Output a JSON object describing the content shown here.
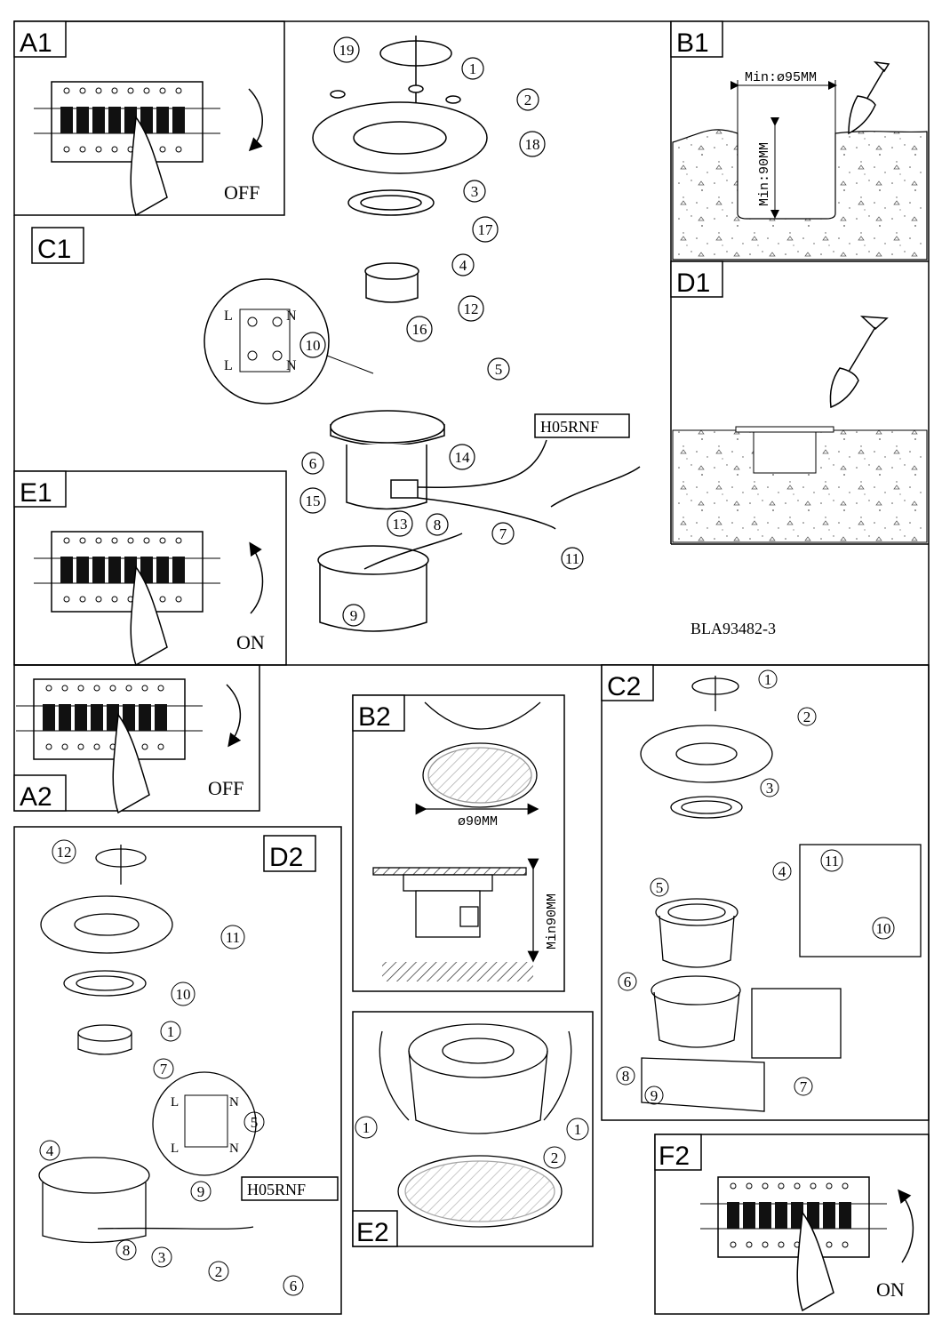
{
  "sections": {
    "A1": "A1",
    "B1": "B1",
    "C1": "C1",
    "D1": "D1",
    "E1": "E1",
    "A2": "A2",
    "B2": "B2",
    "C2": "C2",
    "D2": "D2",
    "E2": "E2",
    "F2": "F2"
  },
  "switch_labels": {
    "off": "OFF",
    "on": "ON"
  },
  "dimensions": {
    "b1_width": "Min:ø95MM",
    "b1_depth": "Min:90MM",
    "b2_diameter": "ø90MM",
    "b2_depth": "Min90MM"
  },
  "cable": "H05RNF",
  "model_code": "BLA93482-3",
  "terminal_labels": {
    "l": "L",
    "n": "N"
  },
  "c1_steps": [
    "19",
    "1",
    "2",
    "18",
    "3",
    "17",
    "4",
    "12",
    "16",
    "10",
    "5",
    "6",
    "15",
    "14",
    "13",
    "8",
    "7",
    "11",
    "9"
  ],
  "c2_steps": [
    "1",
    "2",
    "3",
    "4",
    "5",
    "11",
    "10",
    "6",
    "8",
    "9",
    "7"
  ],
  "d2_steps": [
    "12",
    "11",
    "10",
    "1",
    "7",
    "5",
    "4",
    "9",
    "8",
    "3",
    "2",
    "6"
  ],
  "e2_steps": [
    "1",
    "1",
    "2"
  ]
}
